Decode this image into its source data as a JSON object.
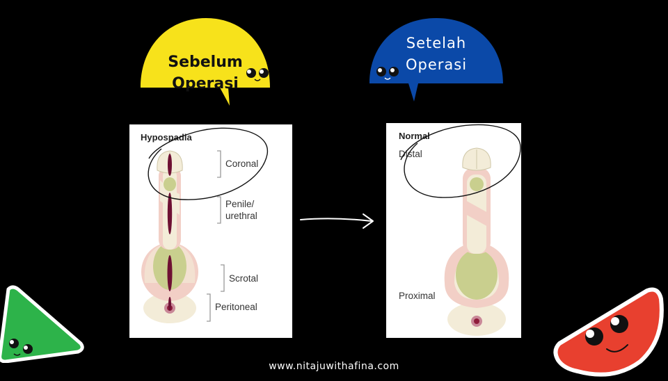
{
  "bubbles": {
    "before": {
      "line1": "Sebelum",
      "line2": "Operasi"
    },
    "after": {
      "line1": "Setelah",
      "line2": "Operasi"
    }
  },
  "panels": {
    "left": {
      "title": "Hypospadia",
      "labels": [
        "Coronal",
        "Penile/\nurethral",
        "Scrotal",
        "Peritoneal"
      ]
    },
    "right": {
      "title": "Normal",
      "labels": {
        "distal": "Distal",
        "proximal": "Proximal"
      }
    }
  },
  "footer": {
    "url": "www.nitajuwithafina.com"
  },
  "colors": {
    "background": "#000000",
    "bubble_before": "#f7e21b",
    "bubble_after": "#0b49a8",
    "shape_green": "#2db34a",
    "shape_red": "#e8402f",
    "tissue_pink": "#f2cfc6",
    "tissue_green": "#c9cf8e",
    "tissue_cream": "#f3ecd8",
    "urethra": "#6e1133"
  },
  "icons": [
    "speech-bubble-icon",
    "eyes-face-icon",
    "arrow-right-icon",
    "triangle-face-icon",
    "watermelon-face-icon"
  ]
}
